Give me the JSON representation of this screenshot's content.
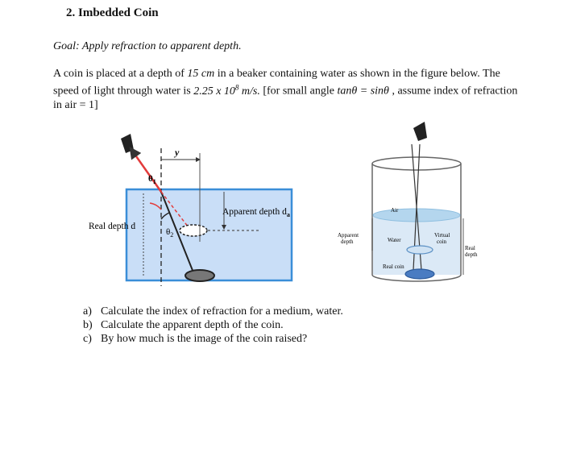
{
  "heading": "2.  Imbedded Coin",
  "goal": "Goal:  Apply refraction to apparent depth.",
  "problem": {
    "p1": "A coin is placed at a depth of ",
    "depth": "15 cm",
    "p2": " in a beaker containing water as shown in the figure below.",
    "p3": "The speed of light through water is ",
    "speed": "2.25 x 10",
    "exp": "8",
    "speed_unit": " m/s.",
    "p4": "  [for small angle ",
    "eq": "tanθ = sinθ",
    "p5": " , assume index",
    "p6": "of refraction in air = 1]"
  },
  "figure_left": {
    "theta1": "θ",
    "theta1_sub": "1",
    "y": "y",
    "theta2": "θ",
    "theta2_sub": "2",
    "apparent": "Apparent depth d",
    "apparent_sub": "a",
    "real": "Real depth d"
  },
  "figure_right": {
    "air": "Air",
    "apparent": [
      "Apparent",
      "depth"
    ],
    "water": "Water",
    "virtual": [
      "Virtual",
      "coin"
    ],
    "real": [
      "Real",
      "depth"
    ],
    "real_coin": "Real coin"
  },
  "questions": [
    {
      "mark": "a)",
      "text": "Calculate the index of refraction for a medium, water."
    },
    {
      "mark": "b)",
      "text": "Calculate the apparent depth of the coin."
    },
    {
      "mark": "c)",
      "text": "By how much is the image of the coin raised?"
    }
  ]
}
